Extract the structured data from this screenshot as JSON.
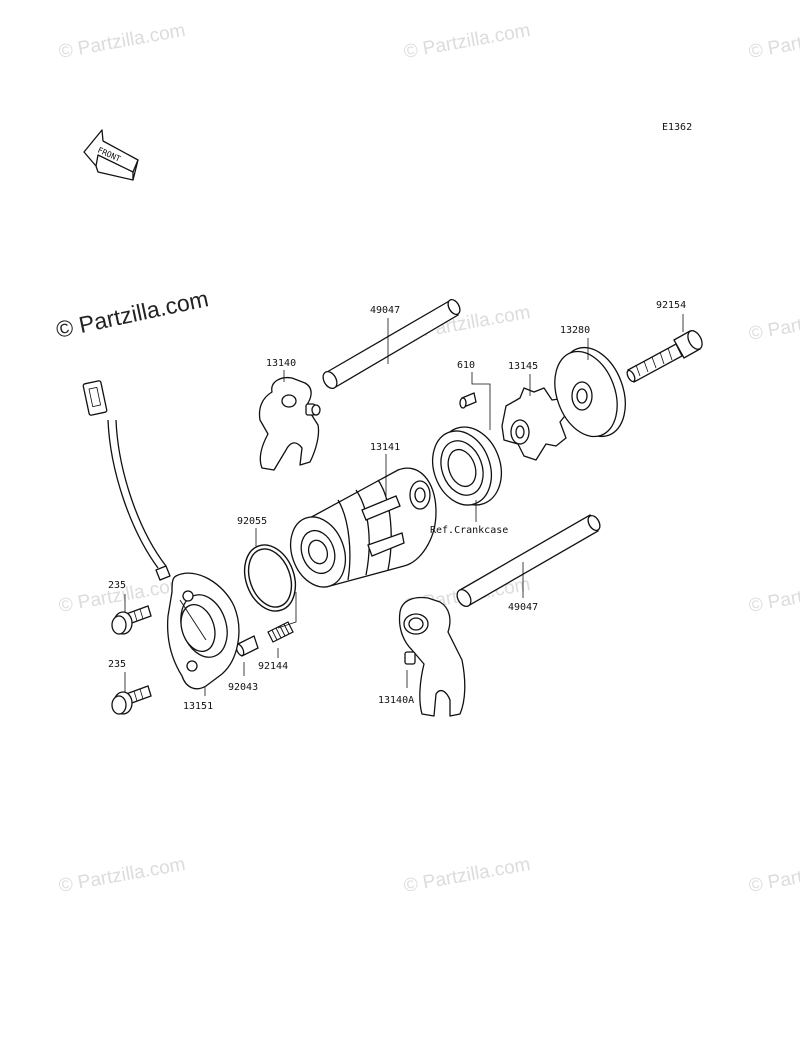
{
  "diagram_code": "E1362",
  "front_arrow_label": "FRONT",
  "watermark": "© Partzilla.com",
  "colors": {
    "ink": "#111111",
    "watermark": "#dcdcdc",
    "watermark_strong": "#222222"
  },
  "callouts": {
    "shaft_upper": "49047",
    "shaft_lower": "49047",
    "fork_upper": "13140",
    "fork_lower": "13140A",
    "drum": "13141",
    "pin": "610",
    "cam": "13145",
    "plate": "13280",
    "bolt_cam": "92154",
    "oring": "92055",
    "spring": "92144",
    "pin_small": "92043",
    "screw_upper": "235",
    "screw_lower": "235",
    "sensor_holder": "13151",
    "bearing_ref": "Ref.Crankcase"
  }
}
